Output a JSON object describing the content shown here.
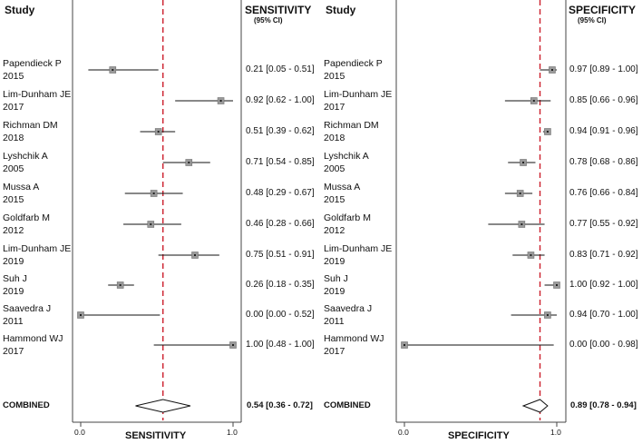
{
  "chart_data": [
    {
      "type": "forest",
      "columns": {
        "study": "Study",
        "estimate": "SENSITIVITY",
        "estimate_sub": "(95% CI)"
      },
      "xlabel": "SENSITIVITY",
      "xlim": [
        0.0,
        1.0
      ],
      "xticks": [
        "0.0",
        "1.0"
      ],
      "reference_line": 0.54,
      "studies": [
        {
          "name": "Papendieck P",
          "year": "2015",
          "est": 0.21,
          "lo": 0.05,
          "hi": 0.51,
          "label": "0.21 [0.05 - 0.51]"
        },
        {
          "name": "Lim-Dunham JE",
          "year": "2017",
          "est": 0.92,
          "lo": 0.62,
          "hi": 1.0,
          "label": "0.92 [0.62 - 1.00]"
        },
        {
          "name": "Richman DM",
          "year": "2018",
          "est": 0.51,
          "lo": 0.39,
          "hi": 0.62,
          "label": "0.51 [0.39 - 0.62]"
        },
        {
          "name": "Lyshchik A",
          "year": "2005",
          "est": 0.71,
          "lo": 0.54,
          "hi": 0.85,
          "label": "0.71 [0.54 - 0.85]"
        },
        {
          "name": "Mussa A",
          "year": "2015",
          "est": 0.48,
          "lo": 0.29,
          "hi": 0.67,
          "label": "0.48 [0.29 - 0.67]"
        },
        {
          "name": "Goldfarb M",
          "year": "2012",
          "est": 0.46,
          "lo": 0.28,
          "hi": 0.66,
          "label": "0.46 [0.28 - 0.66]"
        },
        {
          "name": "Lim-Dunham JE",
          "year": "2019",
          "est": 0.75,
          "lo": 0.51,
          "hi": 0.91,
          "label": "0.75 [0.51 - 0.91]"
        },
        {
          "name": "Suh J",
          "year": "2019",
          "est": 0.26,
          "lo": 0.18,
          "hi": 0.35,
          "label": "0.26 [0.18 - 0.35]"
        },
        {
          "name": "Saavedra J",
          "year": "2011",
          "est": 0.0,
          "lo": 0.0,
          "hi": 0.52,
          "label": "0.00 [0.00 - 0.52]"
        },
        {
          "name": "Hammond WJ",
          "year": "2017",
          "est": 1.0,
          "lo": 0.48,
          "hi": 1.0,
          "label": "1.00 [0.48 - 1.00]"
        }
      ],
      "combined": {
        "name": "COMBINED",
        "est": 0.54,
        "lo": 0.36,
        "hi": 0.72,
        "label": "0.54 [0.36 - 0.72]"
      }
    },
    {
      "type": "forest",
      "columns": {
        "study": "Study",
        "estimate": "SPECIFICITY",
        "estimate_sub": "(95% CI)"
      },
      "xlabel": "SPECIFICITY",
      "xlim": [
        0.0,
        1.0
      ],
      "xticks": [
        "0.0",
        "1.0"
      ],
      "reference_line": 0.89,
      "studies": [
        {
          "name": "Papendieck P",
          "year": "2015",
          "est": 0.97,
          "lo": 0.89,
          "hi": 1.0,
          "label": "0.97 [0.89 - 1.00]"
        },
        {
          "name": "Lim-Dunham JE",
          "year": "2017",
          "est": 0.85,
          "lo": 0.66,
          "hi": 0.96,
          "label": "0.85 [0.66 - 0.96]"
        },
        {
          "name": "Richman DM",
          "year": "2018",
          "est": 0.94,
          "lo": 0.91,
          "hi": 0.96,
          "label": "0.94 [0.91 - 0.96]"
        },
        {
          "name": "Lyshchik A",
          "year": "2005",
          "est": 0.78,
          "lo": 0.68,
          "hi": 0.86,
          "label": "0.78 [0.68 - 0.86]"
        },
        {
          "name": "Mussa A",
          "year": "2015",
          "est": 0.76,
          "lo": 0.66,
          "hi": 0.84,
          "label": "0.76 [0.66 - 0.84]"
        },
        {
          "name": "Goldfarb M",
          "year": "2012",
          "est": 0.77,
          "lo": 0.55,
          "hi": 0.92,
          "label": "0.77 [0.55 - 0.92]"
        },
        {
          "name": "Lim-Dunham JE",
          "year": "2019",
          "est": 0.83,
          "lo": 0.71,
          "hi": 0.92,
          "label": "0.83 [0.71 - 0.92]"
        },
        {
          "name": "Suh J",
          "year": "2019",
          "est": 1.0,
          "lo": 0.92,
          "hi": 1.0,
          "label": "1.00 [0.92 - 1.00]"
        },
        {
          "name": "Saavedra J",
          "year": "2011",
          "est": 0.94,
          "lo": 0.7,
          "hi": 1.0,
          "label": "0.94 [0.70 - 1.00]"
        },
        {
          "name": "Hammond WJ",
          "year": "2017",
          "est": 0.0,
          "lo": 0.0,
          "hi": 0.98,
          "label": "0.00 [0.00 - 0.98]"
        }
      ],
      "combined": {
        "name": "COMBINED",
        "est": 0.89,
        "lo": 0.78,
        "hi": 0.94,
        "label": "0.89 [0.78 - 0.94]"
      }
    }
  ],
  "colors": {
    "reference_line": "#cc1f2d",
    "marker": "#9a9a9a",
    "ci_line": "#111111",
    "panel_border": "#444444"
  }
}
